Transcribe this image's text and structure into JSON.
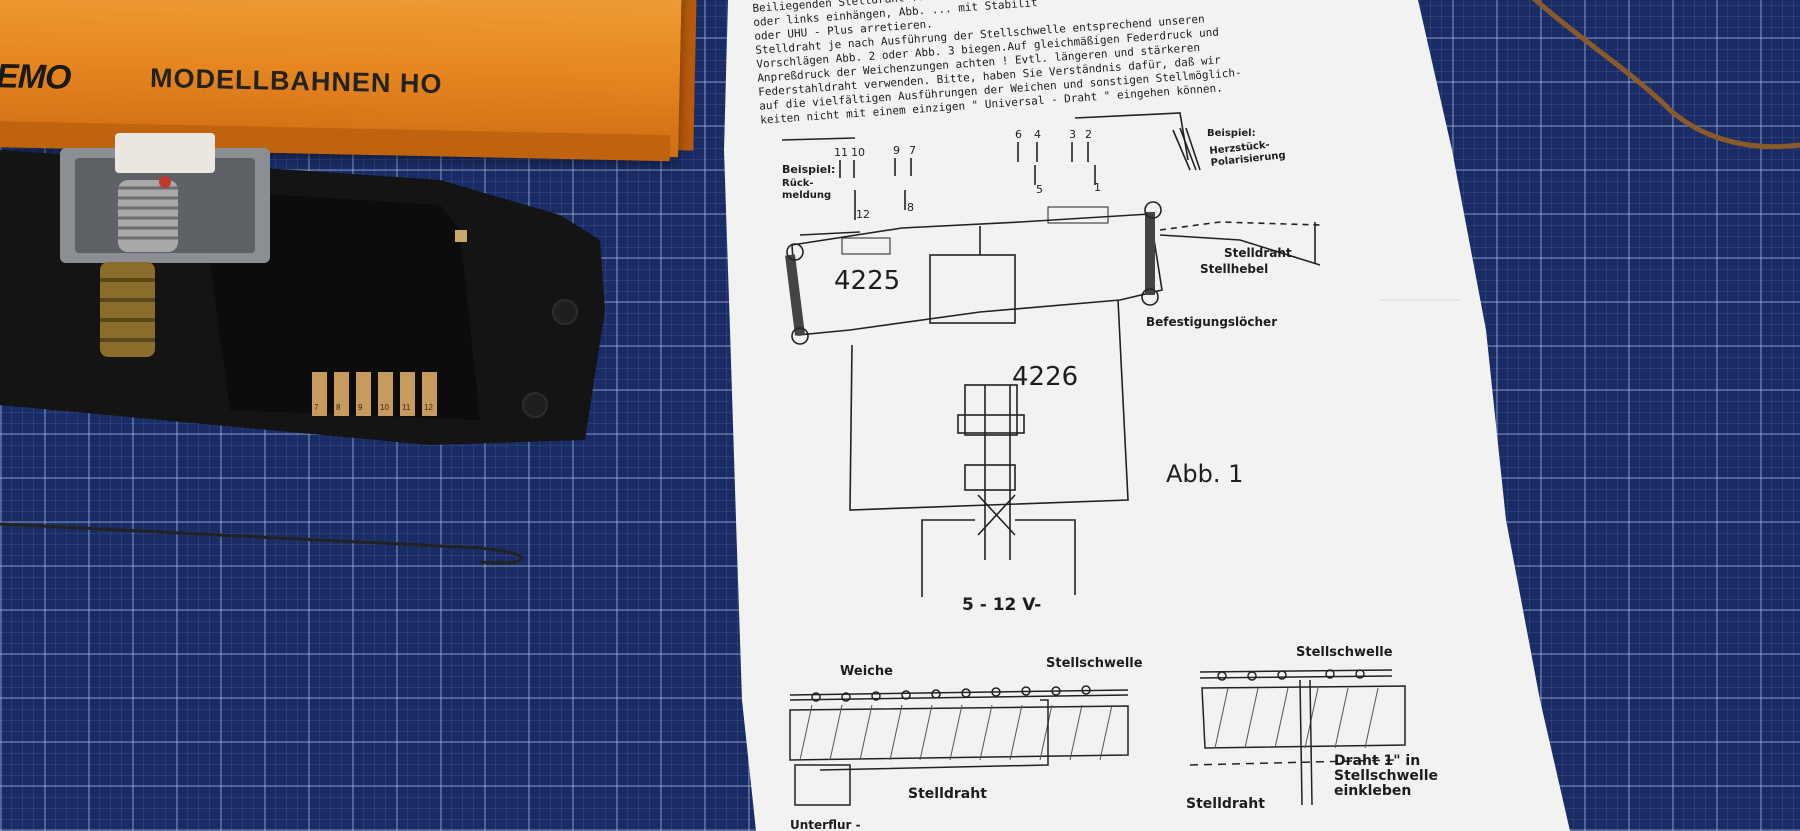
{
  "box": {
    "brand": "EMO",
    "text": "MODELLBAHNEN HO"
  },
  "instructions": {
    "lines": [
      "Beiliegenden Stelldraht ... Abb. ... der Justage evtl. ... essen rechts",
      "oder links einhängen, Abb. ... mit Stabilit",
      "oder UHU - Plus arretieren.",
      "Stelldraht je nach Ausführung der Stellschwelle entsprechend unseren",
      "Vorschlägen Abb. 2 oder Abb. 3 biegen.Auf gleichmäßigen Federdruck und",
      "Anpreßdruck der Weichenzungen achten ! Evtl. längeren und stärkeren",
      "Federstahldraht verwenden. Bitte, haben Sie Verständnis dafür, daß wir",
      "auf die vielfältigen Ausführungen der Weichen und sonstigen Stellmöglich-",
      "keiten nicht mit einem einzigen \" Universal - Draht \" eingehen können."
    ]
  },
  "diagram": {
    "beispiel_label": "Beispiel:",
    "rueckmeldung_label": "Rück-\nmeldung",
    "pins_top": [
      "11",
      "10",
      "9",
      "7",
      "6",
      "4",
      "3",
      "2"
    ],
    "pins_bottom": [
      "12",
      "8",
      "5",
      "1"
    ],
    "beispiel_right": "Beispiel:",
    "herzstueck": "Herzstück-\nPolarisierung",
    "stelldraht": "Stelldraht",
    "stellhebel": "Stellhebel",
    "befestigung": "Befestigungslöcher",
    "model_a": "4225",
    "model_b": "4226",
    "figure": "Abb. 1",
    "voltage": "5 - 12 V-"
  },
  "diagram2": {
    "weiche": "Weiche",
    "stellschwelle_left": "Stellschwelle",
    "stellschwelle_right": "Stellschwelle",
    "stelldraht_left": "Stelldraht",
    "stelldraht_right": "Stelldraht",
    "draht_note": "Draht 1\" in\nStellschwelle\neinkleben",
    "unterflur": "Unterflur -"
  },
  "pcb_contacts": [
    "7",
    "8",
    "9",
    "10",
    "11",
    "12"
  ],
  "colors": {
    "mat": "#1a2c66",
    "box_orange": "#e6861f",
    "paper": "#f2f3f1",
    "wire": "#8a5a2b"
  }
}
